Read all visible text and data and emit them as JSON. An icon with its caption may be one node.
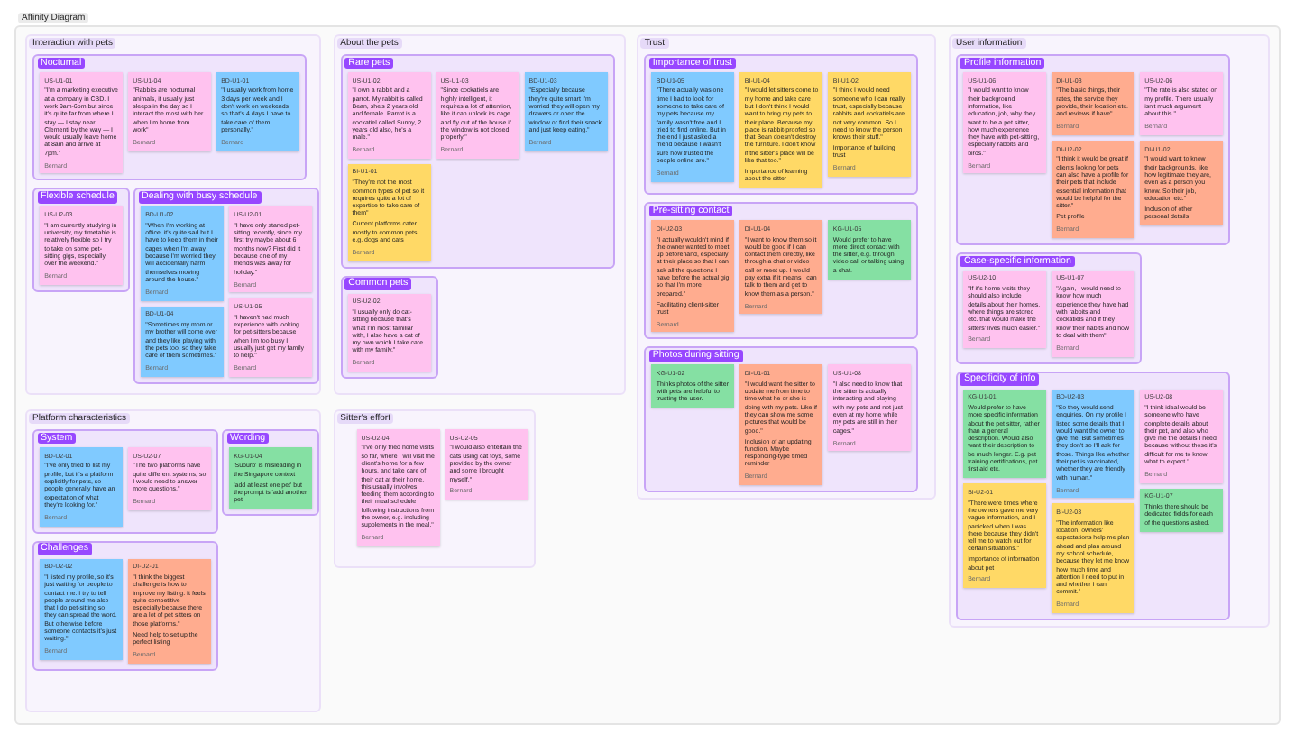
{
  "diagram": {
    "nodes": [
      {
        "text": [
          "Affinity Diagram"
        ]
      },
      {
        "text": [
          "Interaction with pets"
        ],
        "in": 0
      },
      {
        "text": [
          "Nocturnal"
        ],
        "in": 1
      },
      {
        "text": [
          "US-U1-01",
          "\"I'm a marketing executive at a company in CBD. I work 9am-6pm but since it's quite far from where I stay — I stay near Clementi by the way — I would usually leave home at 8am and arrive at 7pm.\"",
          "Bernard"
        ],
        "in": 2
      },
      {
        "text": [
          "US-U1-04",
          "\"Rabbits are nocturnal animals, it usually just sleeps in the day so I interact the most with her when I'm home from work\"",
          "Bernard"
        ],
        "in": 2
      },
      {
        "text": [
          "BD-U1-01",
          "\"I usually work from home 3 days per week and I don't work on weekends so that's 4 days I have to take care of them personally.\"",
          "Bernard"
        ],
        "in": 2
      },
      {
        "text": [
          "Flexible schedule"
        ],
        "in": 1
      },
      {
        "text": [
          "US-U2-03",
          "\"I am currently studying in university, my timetable is relatively flexible so I try to take on some pet-sitting gigs, especially over the weekend.\"",
          "Bernard"
        ],
        "in": 6
      },
      {
        "text": [
          "Dealing with busy schedule"
        ],
        "in": 1
      },
      {
        "text": [
          "BD-U1-02",
          "\"When I'm working at office, it's quite sad but I have to keep them in their cages when I'm away because I'm worried they will accidentally harm themselves moving around the house.\"",
          "Bernard"
        ],
        "in": 8
      },
      {
        "text": [
          "US-U2-01",
          "\"I have only started pet-sitting recently, since my first try maybe about 6 months now? First did it because one of my friends was away for holiday.\"",
          "Bernard"
        ],
        "in": 8
      },
      {
        "text": [
          "BD-U1-04",
          "\"Sometimes my mom or my brother will come over and they like playing with the pets too, so they take care of them sometimes.\"",
          "Bernard"
        ],
        "in": 8
      },
      {
        "text": [
          "US-U1-05",
          "\"I haven't had much experience with looking for pet-sitters because when I'm too busy I usually just get my family to help.\"",
          "Bernard"
        ],
        "in": 8
      },
      {
        "text": [
          "About the pets"
        ],
        "in": 0
      },
      {
        "text": [
          "Rare pets"
        ],
        "in": 13
      },
      {
        "text": [
          "US-U1-02",
          "\"I own a rabbit and a parrot. My rabbit is called Bean, she's 2 years old and female. Parrot is a cockatiel called Sunny, 2 years old also, he's a male.\"",
          "Bernard"
        ],
        "in": 14
      },
      {
        "text": [
          "US-U1-03",
          "\"Since cockatiels are highly intelligent, it requires a lot of attention, like it can unlock its cage and fly out of the house if the window is not closed properly.\"",
          "Bernard"
        ],
        "in": 14
      },
      {
        "text": [
          "BD-U1-03",
          "\"Especially because they're quite smart I'm worried they will open my drawers or open the window or find their snack and just keep eating.\"",
          "Bernard"
        ],
        "in": 14
      },
      {
        "text": [
          "BI-U1-01",
          "\"They're not the most common types of pet so it requires quite a lot of expertise to take care of them\"",
          "Current platforms cater mostly to common pets e.g. dogs and cats",
          "Bernard"
        ],
        "in": 14
      },
      {
        "text": [
          "Common pets"
        ],
        "in": 13
      },
      {
        "text": [
          "US-U2-02",
          "\"I usually only do cat-sitting because that's what I'm most familiar with, I also have a cat of my own which I take care with my family.\"",
          "Bernard"
        ],
        "in": 19
      },
      {
        "text": [
          "Trust"
        ],
        "in": 0
      },
      {
        "text": [
          "Importance of trust"
        ],
        "in": 21
      },
      {
        "text": [
          "BD-U1-05",
          "\"There actually was one time I had to look for someone to take care of my pets because my family wasn't free and I tried to find online. But in the end I just asked a friend because I wasn't sure how trusted the people online are.\"",
          "Bernard"
        ],
        "in": 22
      },
      {
        "text": [
          "BI-U1-04",
          "\"I would let sitters come to my home and take care but I don't think I would want to bring my pets to their place. Because my place is rabbit-proofed so that Bean doesn't destroy the furniture. I don't know if the sitter's place will be like that too.\"",
          "Importance of learning about the sitter"
        ],
        "in": 22
      },
      {
        "text": [
          "BI-U1-02",
          "\"I think I would need someone who I can really trust, especially because rabbits and cockatiels are not very common. So I need to know the person knows their stuff.\"",
          "Importance of building trust",
          "Bernard"
        ],
        "in": 22
      },
      {
        "text": [
          "Pre-sitting contact"
        ],
        "in": 21
      },
      {
        "text": [
          "DI-U2-03",
          "\"I actually wouldn't mind if the owner wanted to meet up beforehand, especially at their place so that I can ask all the questions I have before the actual gig so that I'm more prepared.\"",
          "Facilitating client-sitter trust",
          "Bernard"
        ],
        "in": 26
      },
      {
        "text": [
          "DI-U1-04",
          "\"I want to know them so it would be good if I can contact them directly, like through a chat or video call or meet up. I would pay extra if it means I can talk to them and get to know them as a person.\"",
          "Bernard"
        ],
        "in": 26
      },
      {
        "text": [
          "KG-U1-05",
          "Would prefer to have more direct contact with the sitter, e.g. through video call or talking using a chat."
        ],
        "in": 26
      },
      {
        "text": [
          "Photos during sitting"
        ],
        "in": 21
      },
      {
        "text": [
          "KG-U1-02",
          "Thinks photos of the sitter with pets are helpful to trusting the user."
        ],
        "in": 30
      },
      {
        "text": [
          "DI-U1-01",
          "\"I would want the sitter to update me from time to time what he or she is doing with my pets. Like if they can show me some pictures that would be good.\"",
          "Inclusion of an updating function. Maybe responding-type timed reminder",
          "Bernard"
        ],
        "in": 30
      },
      {
        "text": [
          "US-U1-08",
          "\"I also need to know that the sitter is actually interacting and playing with my pets and not just even at my home while my pets are still in their cages.\"",
          "Bernard"
        ],
        "in": 30
      },
      {
        "text": [
          "User information"
        ],
        "in": 0
      },
      {
        "text": [
          "Profile information"
        ],
        "in": 34
      },
      {
        "text": [
          "US-U1-06",
          "\"I would want to know their background information, like education, job, why they want to be a pet sitter, how much experience they have with pet-sitting, especially rabbits and birds.\"",
          "Bernard"
        ],
        "in": 35
      },
      {
        "text": [
          "DI-U1-03",
          "\"The basic things, their rates, the service they provide, their location etc. and reviews if have\"",
          "Bernard"
        ],
        "in": 35
      },
      {
        "text": [
          "US-U2-06",
          "\"The rate is also stated on my profile. There usually isn't much argument about this.\"",
          "Bernard"
        ],
        "in": 35
      },
      {
        "text": [
          "DI-U2-02",
          "\"I think it would be great if clients looking for pets can also have a profile for their pets that include essential information that would be helpful for the sitter.\"",
          "Pet profile",
          "Bernard"
        ],
        "in": 35
      },
      {
        "text": [
          "DI-U1-02",
          "\"I would want to know their backgrounds, like how legitimate they are, even as a person you know. So their job, education etc.\"",
          "Inclusion of other personal details"
        ],
        "in": 35
      },
      {
        "text": [
          "Case-specific information"
        ],
        "in": 34
      },
      {
        "text": [
          "US-U2-10",
          "\"If it's home visits they should also include details about their homes, where things are stored etc. that would make the sitters' lives much easier.\"",
          "Bernard"
        ],
        "in": 41
      },
      {
        "text": [
          "US-U1-07",
          "\"Again, I would need to know how much experience they have had with rabbits and cockatiels and if they know their habits and how to deal with them\"",
          "Bernard"
        ],
        "in": 41
      },
      {
        "text": [
          "Specificity of info"
        ],
        "in": 34
      },
      {
        "text": [
          "KG-U1-01",
          "Would prefer to have more specific information about the pet sitter, rather than a general description. Would also want their description to be much longer. E.g. pet training certifications, pet first aid etc."
        ],
        "in": 44
      },
      {
        "text": [
          "BD-U2-03",
          "\"So they would send enquiries. On my profile I listed some details that I would want the owner to give me. But sometimes they don't so I'll ask for those. Things like whether their pet is vaccinated, whether they are friendly with human.\"",
          "Bernard"
        ],
        "in": 44
      },
      {
        "text": [
          "US-U2-08",
          "\"I think ideal would be someone who have complete details about their pet, and also who give me the details I need because without those it's difficult for me to know what to expect.\"",
          "Bernard"
        ],
        "in": 44
      },
      {
        "text": [
          "BI-U2-01",
          "\"There were times where the owners gave me very vague information, and I panicked when I was there because they didn't tell me to watch out for certain situations.\"",
          "Importance of information about pet",
          "Bernard"
        ],
        "in": 44
      },
      {
        "text": [
          "BI-U2-03",
          "\"The information like location, owners' expectations help me plan ahead and plan around my school schedule, because they let me know how much time and attention I need to put in and whether I can commit.\"",
          "Bernard"
        ],
        "in": 44
      },
      {
        "text": [
          "KG-U1-07",
          "Thinks there should be dedicated fields for each of the questions asked."
        ],
        "in": 44
      },
      {
        "text": [
          "Platform characteristics"
        ],
        "in": 0
      },
      {
        "text": [
          "System"
        ],
        "in": 51
      },
      {
        "text": [
          "BD-U2-01",
          "\"I've only tried to list my profile, but it's a platform explicitly for pets, so people generally have an expectation of what they're looking for.\"",
          "Bernard"
        ],
        "in": 52
      },
      {
        "text": [
          "US-U2-07",
          "\"The two platforms have quite different systems, so I would need to answer more questions.\"",
          "Bernard"
        ],
        "in": 52
      },
      {
        "text": [
          "Wording"
        ],
        "in": 51
      },
      {
        "text": [
          "KG-U1-04",
          "'Suburb' is misleading in the Singapore context",
          "'add at least one pet' but the prompt is 'add another pet'"
        ],
        "in": 55
      },
      {
        "text": [
          "Challenges"
        ],
        "in": 51
      },
      {
        "text": [
          "BD-U2-02",
          "\"I listed my profile, so it's just waiting for people to contact me. I try to tell people around me also that I do pet-sitting so they can spread the word. But otherwise before someone contacts it's just waiting.\"",
          "Bernard"
        ],
        "in": 57
      },
      {
        "text": [
          "DI-U2-01",
          "\"I think the biggest challenge is how to improve my listing. It feels quite competitive especially because there are a lot of pet sitters on those platforms.\"",
          "Need help to set up the perfect listing",
          "Bernard"
        ],
        "in": 57
      },
      {
        "text": [
          "Sitter's effort"
        ],
        "in": 0
      },
      {
        "text": [
          "US-U2-04",
          "\"I've only tried home visits so far, where I will visit the client's home for a few hours, and take care of their cat at their home, this usually involves feeding them according to their meal schedule following instructions from the owner, e.g. including supplements in the meal.\"",
          "Bernard"
        ],
        "in": 60
      },
      {
        "text": [
          "US-U2-05",
          "\"I would also entertain the cats using cat toys, some provided by the owner and some I brought myself.\"",
          "Bernard"
        ],
        "in": 60
      }
    ],
    "edges": []
  }
}
